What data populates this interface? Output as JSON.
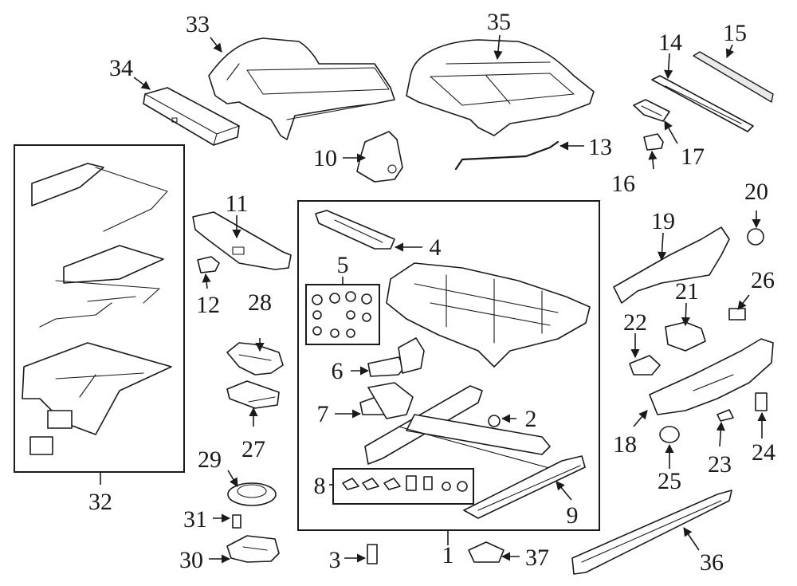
{
  "diagram": {
    "callouts": [
      "1",
      "2",
      "3",
      "4",
      "5",
      "6",
      "7",
      "8",
      "9",
      "10",
      "11",
      "12",
      "13",
      "14",
      "15",
      "16",
      "17",
      "18",
      "19",
      "20",
      "21",
      "22",
      "23",
      "24",
      "25",
      "26",
      "27",
      "28",
      "29",
      "30",
      "31",
      "32",
      "33",
      "34",
      "35",
      "36",
      "37"
    ]
  },
  "colors": {
    "line": "#1a1a1a",
    "background": "#ffffff",
    "shade": "#e9e9e9"
  }
}
